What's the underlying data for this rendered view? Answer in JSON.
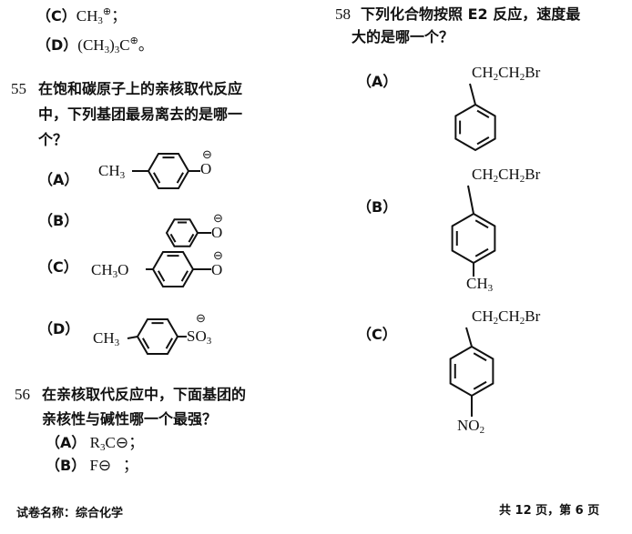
{
  "q54_tail": {
    "c_label": "（C）",
    "c_formula": "CH",
    "c_sub": "3",
    "c_charge": "⊕",
    "c_end": "；",
    "d_label": "（D）",
    "d_formula_a": "(CH",
    "d_sub1": "3",
    "d_formula_b": ")",
    "d_sub2": "3",
    "d_formula_c": "C",
    "d_charge": "⊕",
    "d_end": "。"
  },
  "q55": {
    "number": "55",
    "lines": [
      "在饱和碳原子上的亲核取代反应",
      "中，下列基团最易离去的是哪一",
      "个？"
    ],
    "options": {
      "a": {
        "label": "（A）",
        "sub_left": "CH",
        "sub_left_n": "3",
        "group": "O",
        "charge": "⊖"
      },
      "b": {
        "label": "（B）",
        "group": "O",
        "charge": "⊖"
      },
      "c": {
        "label": "（C）",
        "sub_left": "CH",
        "sub_left_n": "3",
        "sub_left_b": "O",
        "group": "O",
        "charge": "⊖"
      },
      "d": {
        "label": "（D）",
        "sub_left": "CH",
        "sub_left_n": "3",
        "group": "SO",
        "group_n": "3",
        "charge": "⊖"
      }
    }
  },
  "q56": {
    "number": "56",
    "lines": [
      "在亲核取代反应中，下面基团的",
      "亲核性与碱性哪一个最强？"
    ],
    "a": {
      "label": "（A）",
      "formula": "R",
      "sub": "3",
      "formula_b": "C",
      "charge": "⊖",
      "end": "；"
    },
    "b": {
      "label": "（B）",
      "formula": "F",
      "charge": "⊖",
      "end": "；"
    }
  },
  "q58": {
    "number": "58",
    "lines": [
      "下列化合物按照 E2 反应，速度最",
      "大的是哪一个？"
    ],
    "options": {
      "a": {
        "label": "（A）",
        "chain": "CH",
        "n1": "2",
        "chain_b": "CH",
        "n2": "2",
        "chain_c": "Br"
      },
      "b": {
        "label": "（B）",
        "chain": "CH",
        "n1": "2",
        "chain_b": "CH",
        "n2": "2",
        "chain_c": "Br",
        "para": "CH",
        "para_n": "3"
      },
      "c": {
        "label": "（C）",
        "chain": "CH",
        "n1": "2",
        "chain_b": "CH",
        "n2": "2",
        "chain_c": "Br",
        "para": "NO",
        "para_n": "2"
      }
    }
  },
  "footer": {
    "exam_name": "试卷名称：综合化学",
    "page_info": "共 12 页，第 6 页"
  }
}
